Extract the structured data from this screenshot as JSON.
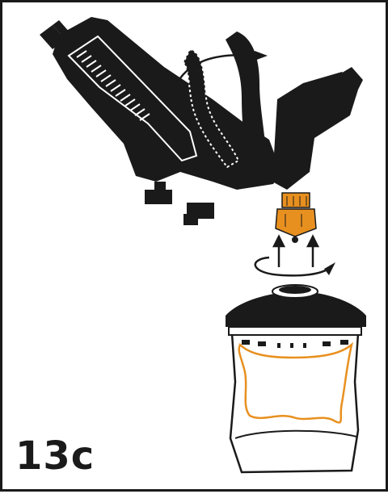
{
  "figure": {
    "step_label": "13c"
  },
  "colors": {
    "ink": "#1a1a1a",
    "accent": "#e8901f",
    "paper": "#ffffff"
  },
  "parts": {
    "spray_gun": "spray-gun-illustration",
    "trigger": "trigger",
    "adapter": "orange-cup-adapter",
    "lid": "cup-lid",
    "cup": "clear-cup",
    "liner": "orange-cup-liner"
  },
  "arrows": {
    "trigger_rotation": "curved-arrow-right",
    "attach": "up-arrows",
    "screw": "rotation-arrow"
  }
}
